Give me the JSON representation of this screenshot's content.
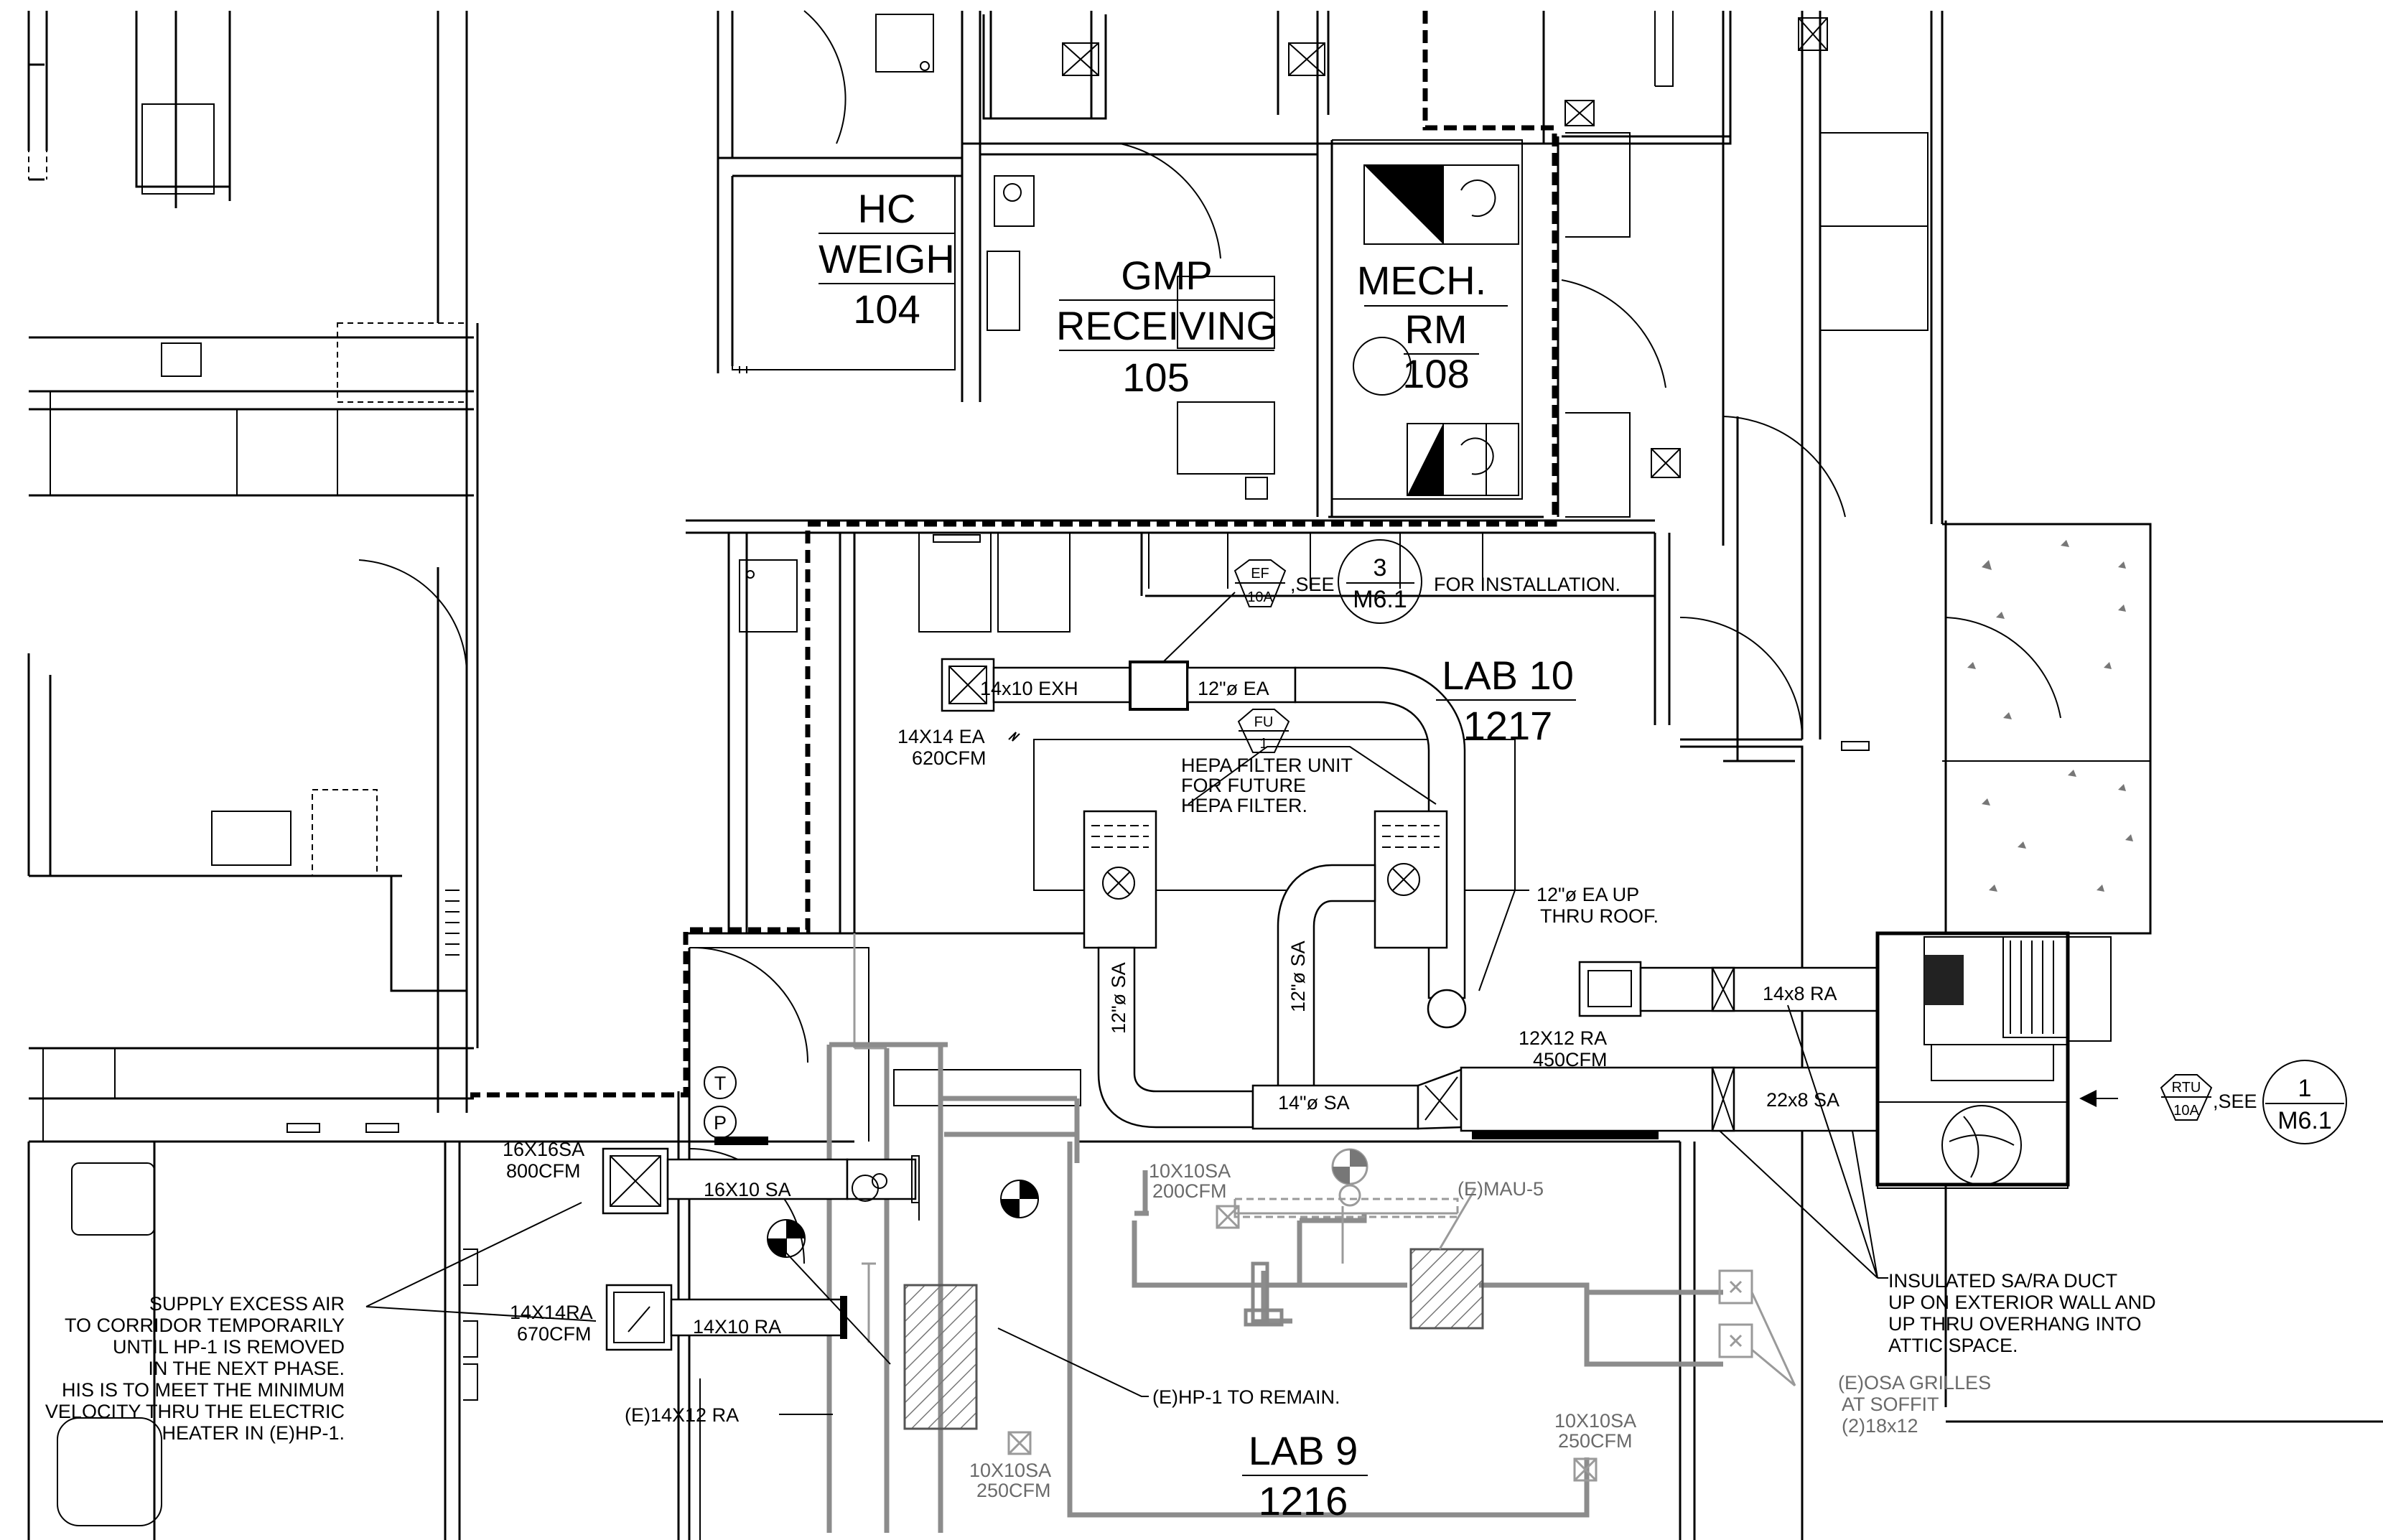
{
  "rooms": {
    "hc_weigh": {
      "line1": "HC",
      "line2": "WEIGH",
      "number": "104"
    },
    "gmp_receiving": {
      "line1": "GMP",
      "line2": "RECEIVING",
      "number": "105"
    },
    "mech_rm": {
      "line1": "MECH.",
      "line2": "RM",
      "number": "108"
    },
    "lab10": {
      "name": "LAB 10",
      "number": "1217"
    },
    "lab9": {
      "name": "LAB 9",
      "number": "1216"
    }
  },
  "tags": {
    "ef10a": {
      "top": "EF",
      "bottom": "10A"
    },
    "fu1": {
      "top": "FU",
      "bottom": "1"
    },
    "rtu10a": {
      "top": "RTU",
      "bottom": "10A"
    },
    "thermostat": "T",
    "pressure": "P"
  },
  "detail_refs": {
    "ef_detail": {
      "top": "3",
      "bottom": "M6.1"
    },
    "rtu_detail": {
      "top": "1",
      "bottom": "M6.1"
    }
  },
  "notes": {
    "see_1": ",SEE",
    "for_installation": "FOR INSTALLATION.",
    "see_2": ",SEE",
    "hepa": [
      "HEPA FILTER UNIT",
      "FOR FUTURE",
      "HEPA FILTER."
    ],
    "ea_up": [
      "12\"ø EA UP",
      "THRU ROOF."
    ],
    "insulated": [
      "INSULATED SA/RA DUCT",
      "UP ON EXTERIOR WALL AND",
      "UP THRU OVERHANG INTO",
      "ATTIC SPACE."
    ],
    "osa": [
      "(E)OSA GRILLES",
      "AT SOFFIT",
      "(2)18x12"
    ],
    "supply_excess": [
      "SUPPLY EXCESS AIR",
      "TO CORRIDOR TEMPORARILY",
      "UNTIL HP-1 IS REMOVED",
      "IN THE NEXT PHASE.",
      "HIS IS TO MEET THE MINIMUM",
      "VELOCITY THRU THE ELECTRIC",
      "HEATER IN (E)HP-1."
    ],
    "hp1": "(E)HP-1 TO REMAIN.",
    "mau5": "(E)MAU-5",
    "e14x12ra": "(E)14X12 RA"
  },
  "ducts": {
    "exh_14x10": "14x10 EXH",
    "ea_12_top": "12\"ø EA",
    "sa_12_left": "12\"ø SA",
    "sa_12_mid": "12\"ø SA",
    "sa_14": "14\"ø SA",
    "ra_14x8": "14x8 RA",
    "sa_22x8": "22x8 SA",
    "sa_16x10": "16X10 SA",
    "ra_14x10": "14X10 RA"
  },
  "grilles": {
    "ea_14x14": {
      "size": "14X14 EA",
      "cfm": "620CFM"
    },
    "ra_12x12": {
      "size": "12X12 RA",
      "cfm": "450CFM"
    },
    "sa_16x16": {
      "size": "16X16SA",
      "cfm": "800CFM"
    },
    "ra_14x14": {
      "size": "14X14RA",
      "cfm": "670CFM"
    },
    "sa_10x10_a": {
      "size": "10X10SA",
      "cfm": "200CFM"
    },
    "sa_10x10_b": {
      "size": "10X10SA",
      "cfm": "250CFM"
    },
    "sa_10x10_c": {
      "size": "10X10SA",
      "cfm": "250CFM"
    }
  },
  "colors": {
    "line": "#000000",
    "existing": "#8c8c8c",
    "background": "#ffffff"
  }
}
